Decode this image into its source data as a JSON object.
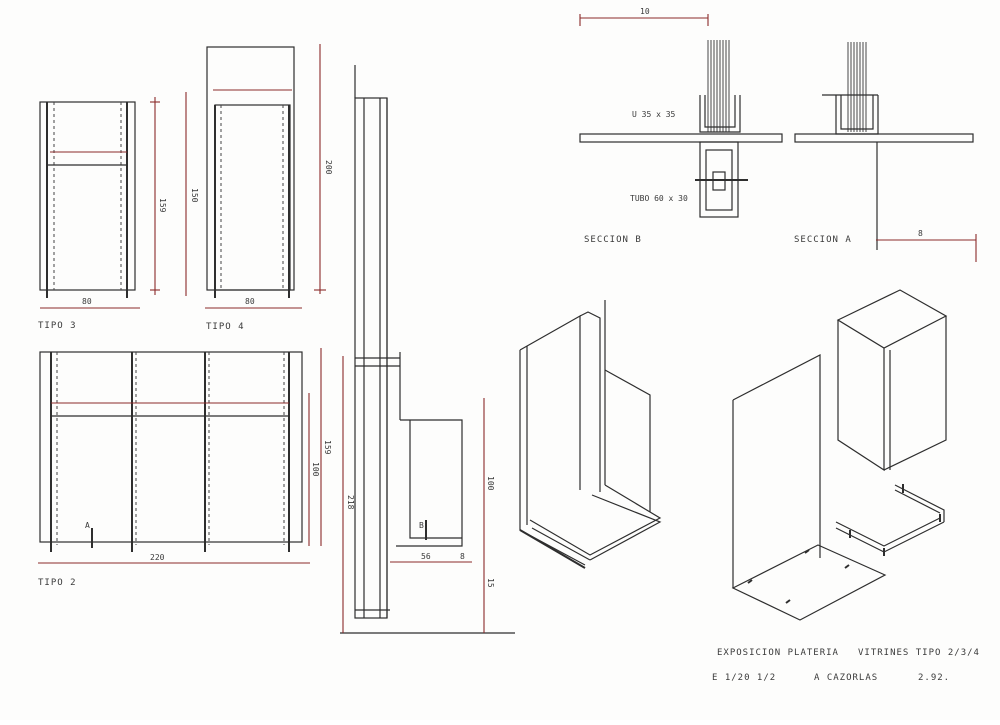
{
  "labels": {
    "tipo3": "TIPO 3",
    "tipo4": "TIPO 4",
    "tipo2": "TIPO 2",
    "seccion_b": "SECCION B",
    "seccion_a": "SECCION A",
    "perfil": "U 35 x 35",
    "tubo": "TUBO 60 x 30",
    "marker_a": "A",
    "marker_b": "B"
  },
  "dimensions": {
    "tipo3_width": "80",
    "tipo3_height": "159",
    "tipo4_width": "80",
    "tipo4_height_inner": "150",
    "tipo4_height_total": "200",
    "tipo2_width": "220",
    "tipo2_height_inner": "100",
    "tipo2_height_outer": "159",
    "elevation_total": "218",
    "elevation_depth": "56",
    "elevation_small": "8",
    "elevation_box": "100",
    "elevation_base": "15",
    "section_b_top": "10",
    "section_a_bottom": "8"
  },
  "title_block": {
    "line1_left": "EXPOSICION PLATERIA",
    "line1_right": "VITRINES TIPO 2/3/4",
    "scale": "E 1/20  1/2",
    "author": "A CAZORLAS",
    "date": "2.92."
  },
  "colors": {
    "ink": "#2e2e2e",
    "dimension": "#8a2a2a",
    "paper": "#fdfdfc"
  }
}
